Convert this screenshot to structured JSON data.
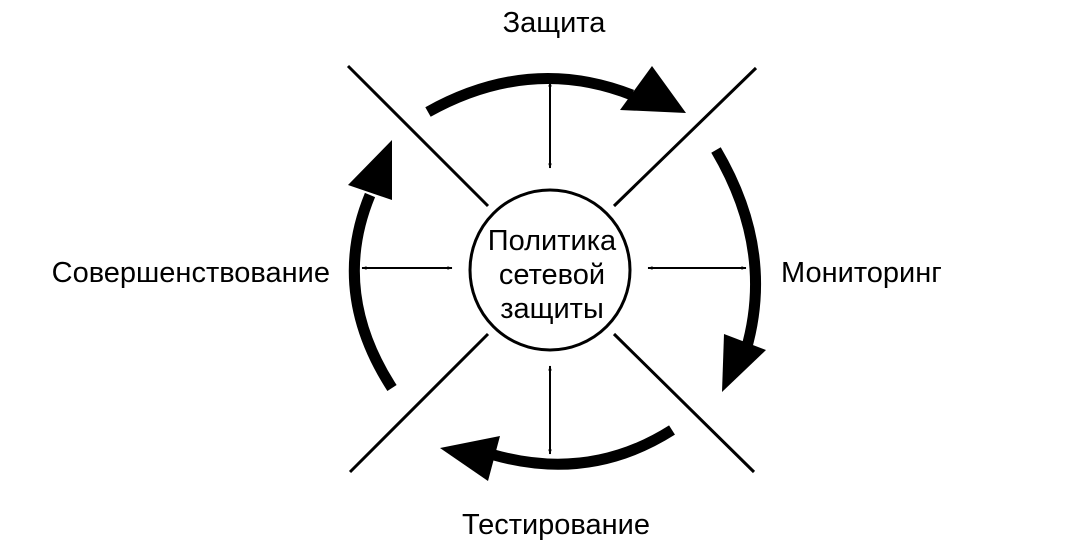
{
  "diagram": {
    "center": {
      "lines": [
        "Политика",
        "сетевой",
        "защиты"
      ]
    },
    "stages": {
      "top": "Защита",
      "right": "Мониторинг",
      "bottom": "Тестирование",
      "left": "Совершенствование"
    },
    "colors": {
      "ink": "#000000",
      "background": "#ffffff"
    }
  }
}
